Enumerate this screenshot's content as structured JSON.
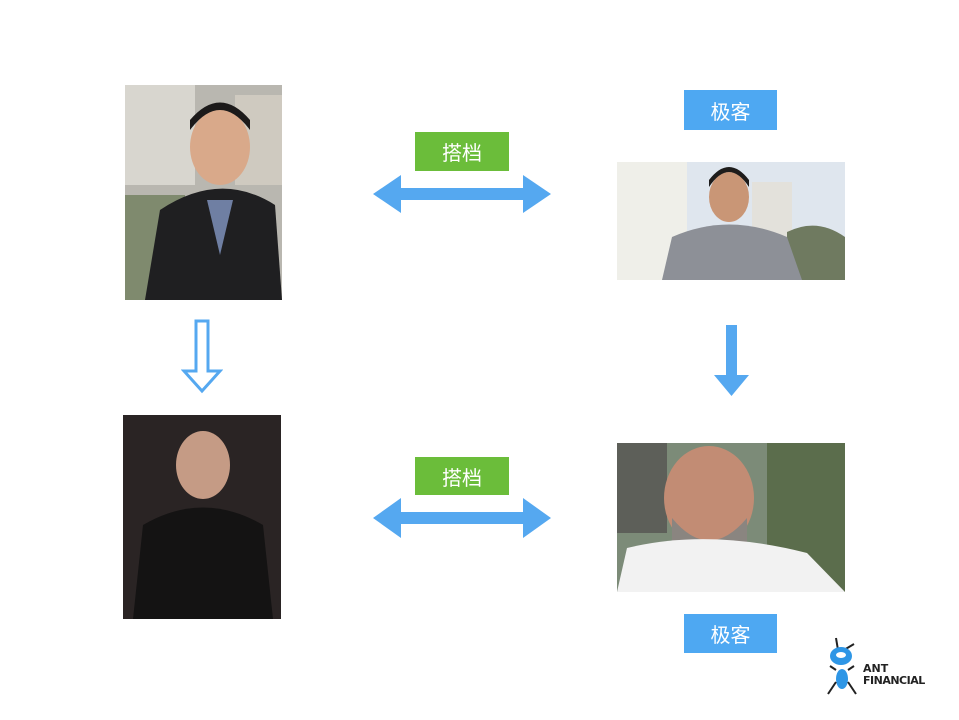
{
  "labels": {
    "geek_top": "极客",
    "geek_bottom": "极客",
    "partner_top": "搭档",
    "partner_bottom": "搭档"
  },
  "logo": {
    "line1": "ANT",
    "line2": "FINANCIAL"
  },
  "colors": {
    "arrow": "#55a8f0",
    "geek_label": "#4ea8f2",
    "partner_label": "#6bbd3a"
  }
}
